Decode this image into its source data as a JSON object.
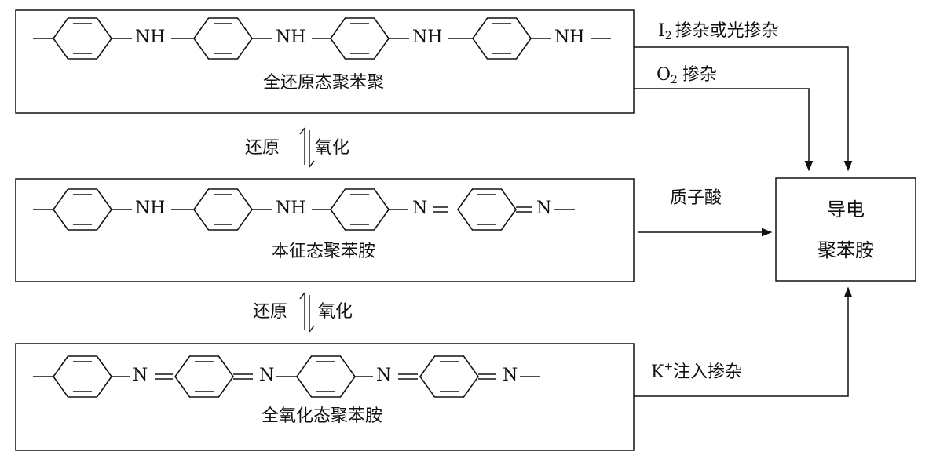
{
  "structures": {
    "reduced": {
      "title": "全还原态聚苯聚",
      "groups": [
        "NH",
        "NH",
        "NH",
        "NH"
      ]
    },
    "emeraldine": {
      "title": "本征态聚苯胺",
      "groups": [
        "NH",
        "NH",
        "N",
        "N"
      ]
    },
    "oxidized": {
      "title": "全氧化态聚苯胺",
      "groups": [
        "N",
        "N",
        "N",
        "N"
      ]
    }
  },
  "equilibria": [
    {
      "reduce": "还原",
      "oxidize": "氧化"
    },
    {
      "reduce": "还原",
      "oxidize": "氧化"
    }
  ],
  "doping": {
    "i2": {
      "base": "I",
      "sub": "2",
      "text": "掺杂或光掺杂"
    },
    "o2": {
      "base": "O",
      "sub": "2",
      "text": "掺杂"
    },
    "acid": "质子酸",
    "k": {
      "base": "K",
      "sup": "+",
      "text": "注入掺杂"
    }
  },
  "result": {
    "line1": "导电",
    "line2": "聚苯胺"
  }
}
